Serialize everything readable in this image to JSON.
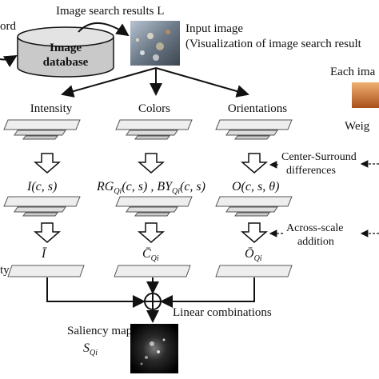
{
  "labels": {
    "search_results": "Image search results L",
    "keyword_fragment": "ord",
    "db_line1": "Image",
    "db_line2": "database",
    "input_image_title": "Input image",
    "input_image_sub": "(Visualization of image search result",
    "each_image_fragment": "Each ima",
    "weight_fragment": "Weig",
    "intensity": "Intensity",
    "colors": "Colors",
    "orientations": "Orientations",
    "center_surround_1": "Center-Surround",
    "center_surround_2": "differences",
    "across_scale_1": "Across-scale",
    "across_scale_2": "addition",
    "eq_intensity": "I(c, s)",
    "eq_colors": "RG",
    "eq_colors_sub": "Qi",
    "eq_colors_mid": "(c, s) , BY",
    "eq_colors_sub2": "Qi",
    "eq_colors_end": "(c, s)",
    "eq_orient": "O(c, s, θ)",
    "bar_intensity": "Ī",
    "bar_colors": "C̄",
    "bar_colors_sub": "Qi",
    "bar_orient": "Ō",
    "bar_orient_sub": "Qi",
    "left_fragment": "ty",
    "linear_combinations": "Linear combinations",
    "saliency_title": "Saliency map",
    "saliency_symbol": "S",
    "saliency_sub": "Qi"
  }
}
